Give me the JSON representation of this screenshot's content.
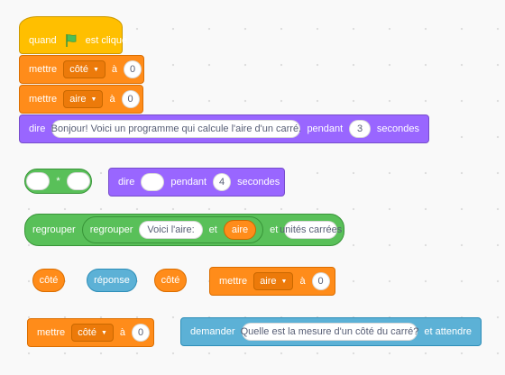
{
  "script": {
    "when_flag": {
      "prefix": "quand",
      "suffix": "est cliqué",
      "icon": "green-flag-icon"
    },
    "set_side": {
      "label": "mettre",
      "variable": "côté",
      "to": "à",
      "value": "0"
    },
    "set_area": {
      "label": "mettre",
      "variable": "aire",
      "to": "à",
      "value": "0"
    },
    "say_for": {
      "label": "dire",
      "message": "Bonjour! Voici un programme qui calcule l'aire d'un carré.",
      "for_label": "pendant",
      "seconds": "3",
      "unit": "secondes"
    }
  },
  "loose": {
    "multiply": {
      "operator": "*"
    },
    "say_for2": {
      "label": "dire",
      "message": "",
      "for_label": "pendant",
      "seconds": "4",
      "unit": "secondes"
    },
    "join_outer": {
      "label": "regrouper",
      "inner": {
        "label": "regrouper",
        "text": "Voici l'aire:",
        "and_label": "et",
        "variable": "aire"
      },
      "and_label": "et",
      "text": "unités carrées"
    },
    "var_side_1": "côté",
    "answer": "réponse",
    "var_side_2": "côté",
    "set_area2": {
      "label": "mettre",
      "variable": "aire",
      "to": "à",
      "value": "0"
    },
    "set_side2": {
      "label": "mettre",
      "variable": "côté",
      "to": "à",
      "value": "0"
    },
    "ask": {
      "label": "demander",
      "question": "Quelle est la mesure d'un côté du carré?",
      "suffix": "et attendre"
    }
  },
  "colors": {
    "events": "#ffbf00",
    "variables": "#ff8c1a",
    "looks": "#9966ff",
    "operators": "#59c059",
    "sensing": "#5cb1d6",
    "flag": "#4cbf56"
  }
}
